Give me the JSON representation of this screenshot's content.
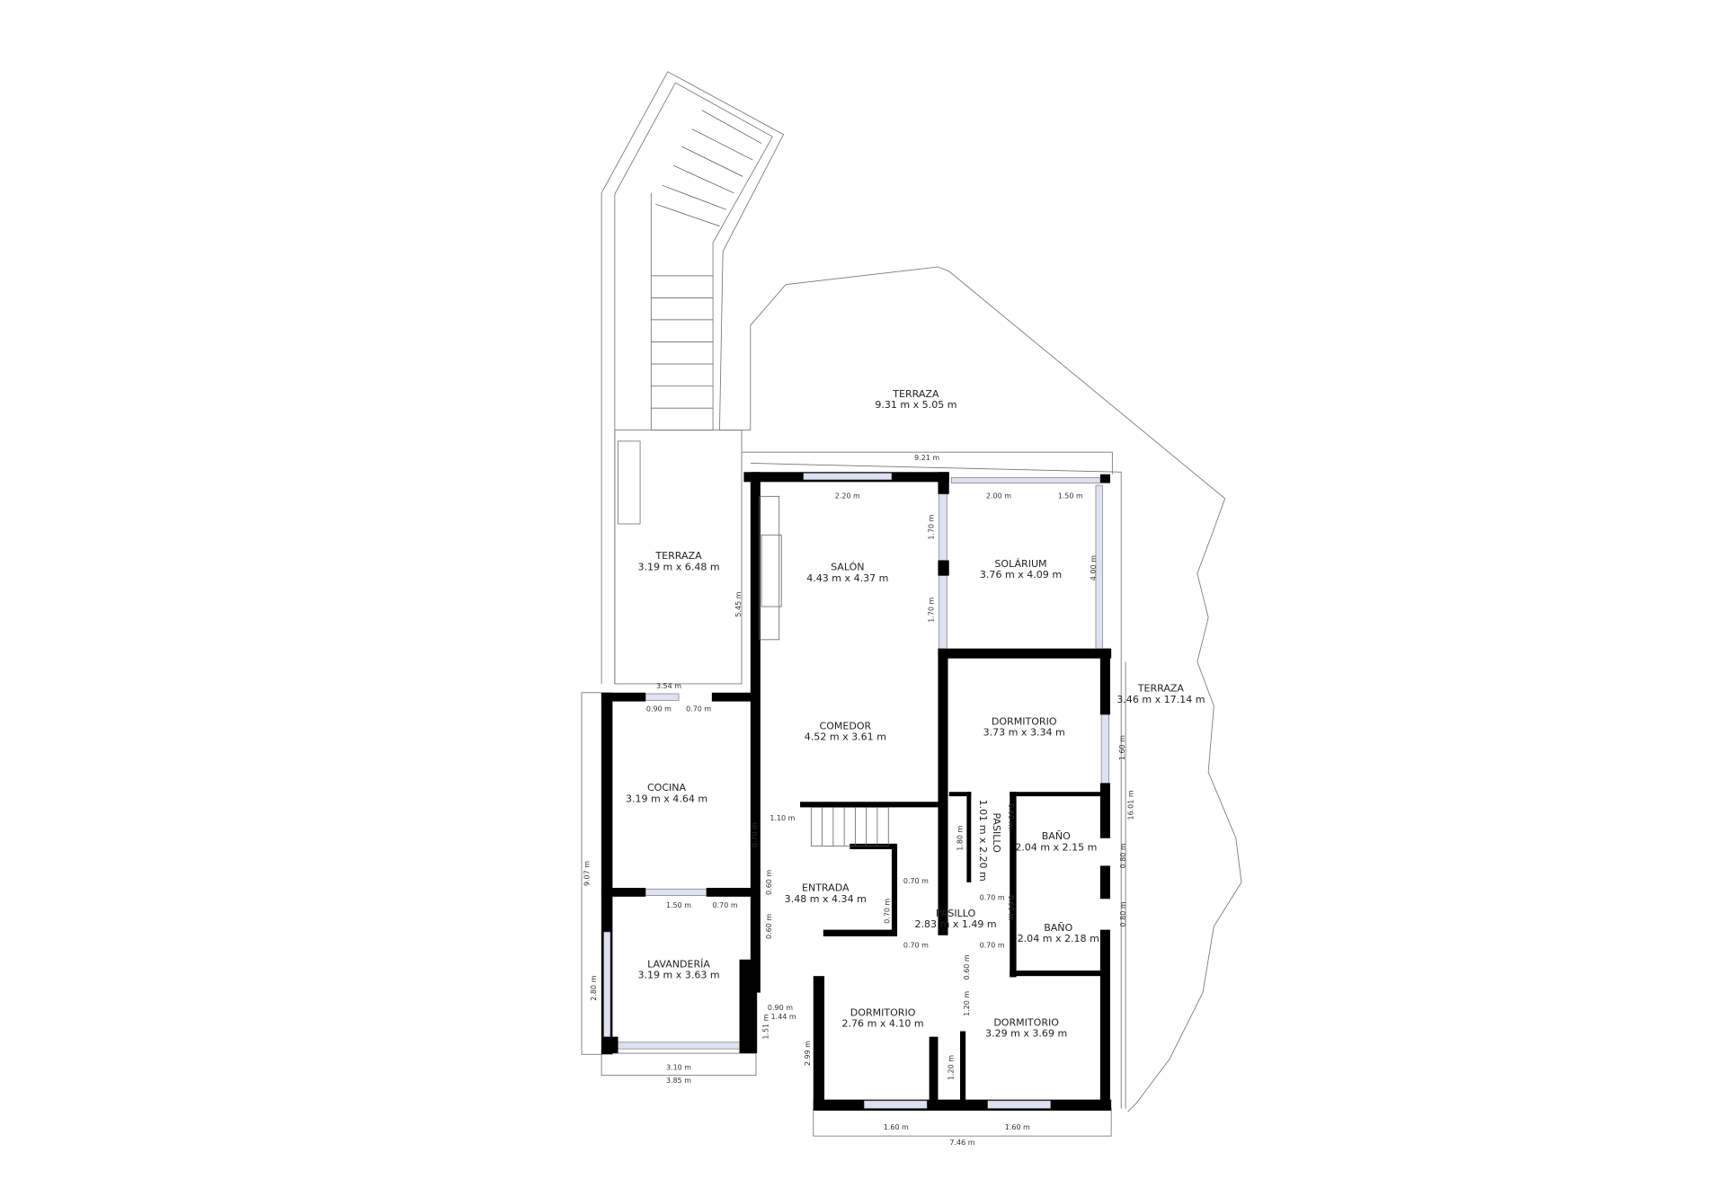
{
  "rooms": [
    {
      "name": "TERRAZA",
      "size": "9.31 m x 5.05 m"
    },
    {
      "name": "TERRAZA",
      "size": "3.19 m x 6.48 m"
    },
    {
      "name": "SALÓN",
      "size": "4.43 m x 4.37 m"
    },
    {
      "name": "SOLÁRIUM",
      "size": "3.76 m x 4.09 m"
    },
    {
      "name": "COMEDOR",
      "size": "4.52 m x 3.61 m"
    },
    {
      "name": "DORMITORIO",
      "size": "3.73 m x 3.34 m"
    },
    {
      "name": "TERRAZA",
      "size": "3.46 m x 17.14 m"
    },
    {
      "name": "COCINA",
      "size": "3.19 m x 4.64 m"
    },
    {
      "name": "PASILLO",
      "size": "1.01 m x 2.20 m"
    },
    {
      "name": "BAÑO",
      "size": "2.04 m x 2.15 m"
    },
    {
      "name": "ENTRADA",
      "size": "3.48 m x 4.34 m"
    },
    {
      "name": "PASILLO",
      "size": "2.83 m x 1.49 m"
    },
    {
      "name": "BAÑO",
      "size": "2.04 m x 2.18 m"
    },
    {
      "name": "LAVANDERÍA",
      "size": "3.19 m x 3.63 m"
    },
    {
      "name": "DORMITORIO",
      "size": "2.76 m x 4.10 m"
    },
    {
      "name": "DORMITORIO",
      "size": "3.29 m x 3.69 m"
    }
  ],
  "dimensions": [
    "9.21 m",
    "2.20 m",
    "2.00 m",
    "1.50 m",
    "1.70 m",
    "1.70 m",
    "4.00 m",
    "5.45 m",
    "3.54 m",
    "0.90 m",
    "0.70 m",
    "1.60 m",
    "16.01 m",
    "1.10 m",
    "0.70 m",
    "1.80 m",
    "0.60 m",
    "0.80 m",
    "9.07 m",
    "0.70 m",
    "0.70 m",
    "0.60 m",
    "0.60 m",
    "0.70 m",
    "1.50 m",
    "0.70 m",
    "0.80 m",
    "0.60 m",
    "0.70 m",
    "0.70 m",
    "0.60 m",
    "2.80 m",
    "1.20 m",
    "0.90 m",
    "1.44 m",
    "1.51 m",
    "2.99 m",
    "1.20 m",
    "3.10 m",
    "3.85 m",
    "1.60 m",
    "1.60 m",
    "7.46 m"
  ]
}
